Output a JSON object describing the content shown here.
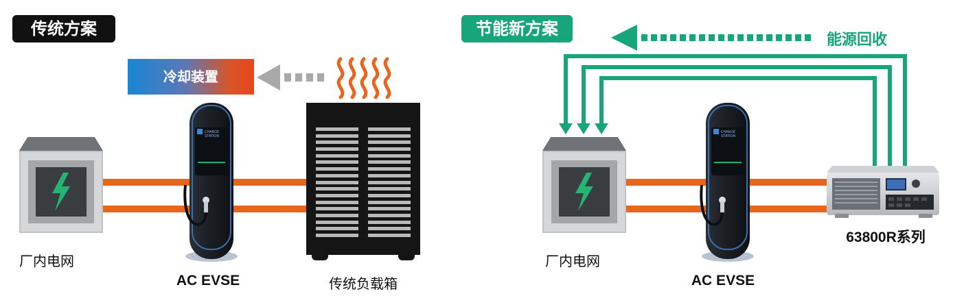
{
  "left": {
    "title": "传统方案",
    "cooling_label": "冷却装置",
    "grid_label": "厂内电网",
    "evse_label": "AC EVSE",
    "load_label": "传统负载箱"
  },
  "right": {
    "title": "节能新方案",
    "recovery_label": "能源回收",
    "grid_label": "厂内电网",
    "evse_label": "AC EVSE",
    "device_label": "63800R系列"
  },
  "evse_screen": {
    "line1": "CHARGE",
    "line2": "STATION"
  },
  "colors": {
    "left_badge": "#111111",
    "right_badge": "#17a57c",
    "cable": "#e8651c",
    "recovery_arrow": "#17a57c",
    "heat_arrow": "#a9a9a9",
    "heat_waves": "#e8651c",
    "bolt": "#22b573"
  }
}
